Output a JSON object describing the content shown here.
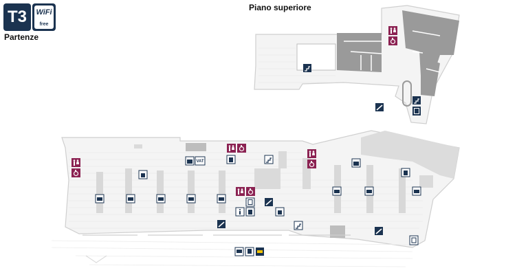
{
  "terminal": {
    "label": "T3"
  },
  "wifi": {
    "word": "WiFi",
    "sub": "free"
  },
  "departures_label": "Partenze",
  "upper_floor_label": "Piano superiore",
  "colors": {
    "navy": "#1b3350",
    "restroom": "#8b2252",
    "building_gray": "#999999",
    "floor_fill": "#f4f4f4",
    "outline": "#cfcfcf"
  },
  "icons": {
    "lower": [
      "restroom-icon",
      "restroom-icon",
      "accessible-icon",
      "check-in-icon",
      "lift-icon",
      "fast-track-icon",
      "restroom-icon",
      "accessible-icon",
      "restroom-icon",
      "accessible-icon",
      "baggage-icon",
      "restroom-icon",
      "accessible-icon",
      "escalator-icon",
      "escalator-icon",
      "stairs-icon",
      "lift-icon",
      "info-icon",
      "bus-icon",
      "train-icon",
      "taxi-icon"
    ],
    "upper": [
      "restroom-icon",
      "accessible-icon",
      "stairs-icon",
      "escalator-icon",
      "lift-icon"
    ]
  },
  "labels": {
    "fast_track": "VAT"
  }
}
